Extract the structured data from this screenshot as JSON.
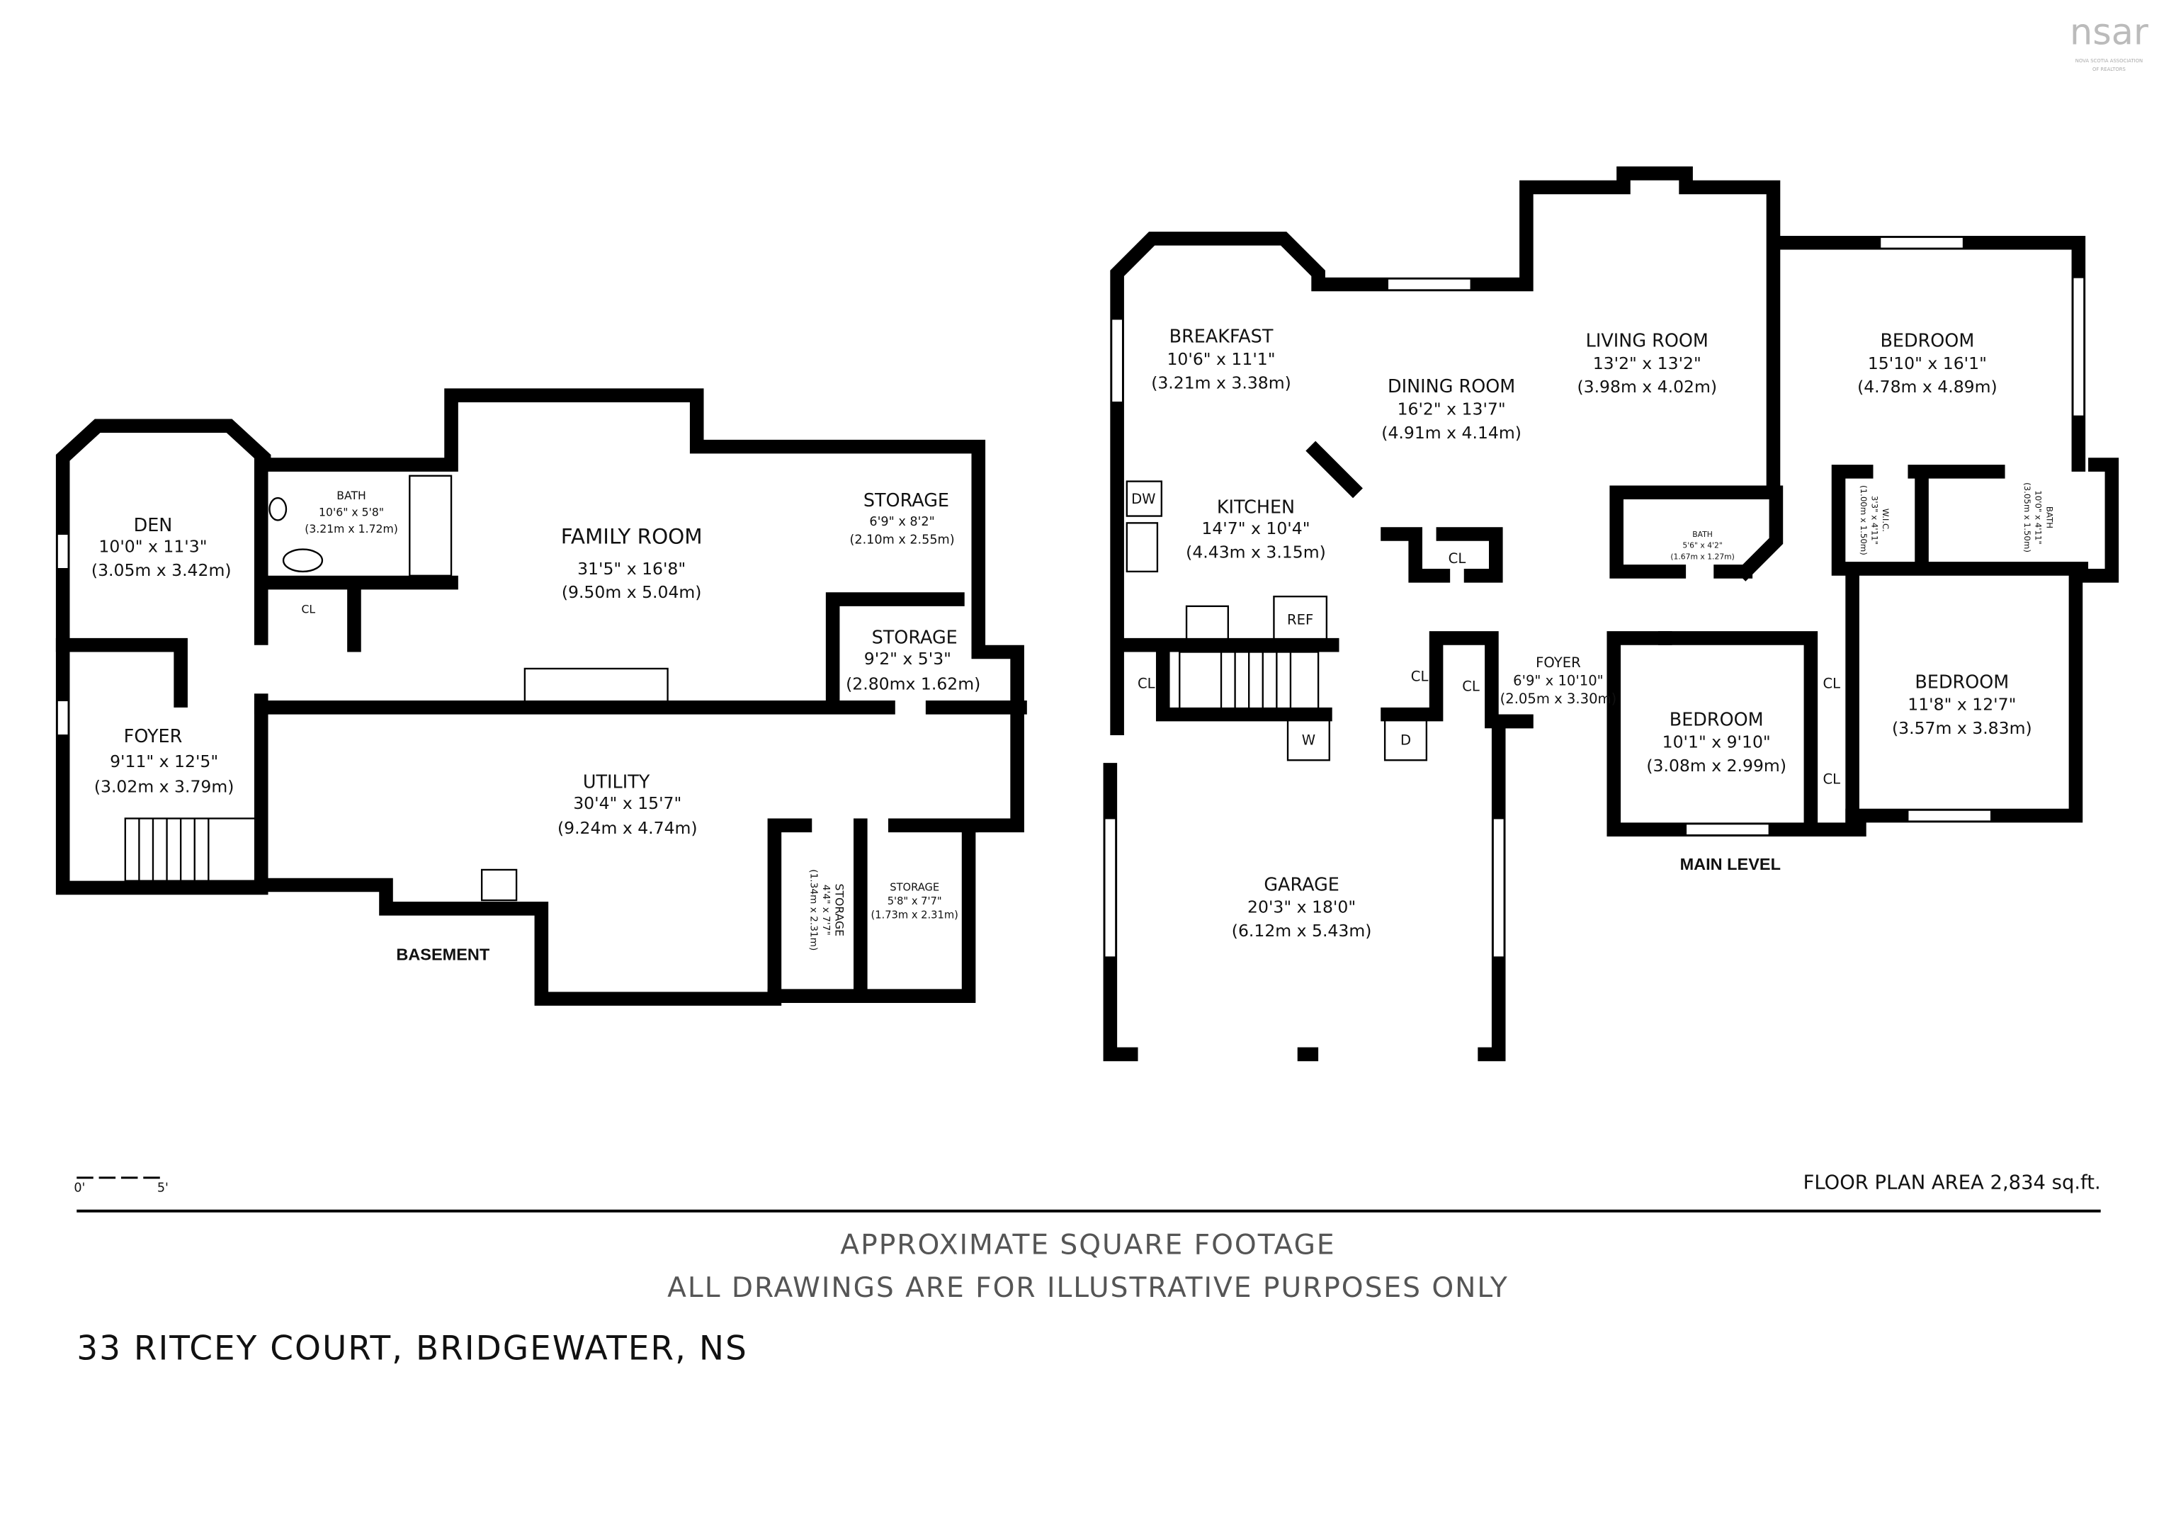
{
  "logo": {
    "text": "nsar",
    "line1": "NOVA SCOTIA ASSOCIATION",
    "line2": "OF REALTORS"
  },
  "basement": {
    "label": "BASEMENT",
    "rooms": [
      {
        "name": "DEN",
        "dim": "10'0\" x 11'3\"",
        "metric": "(3.05m x 3.42m)"
      },
      {
        "name": "BATH",
        "dim": "10'6\" x 5'8\"",
        "metric": "(3.21m x 1.72m)"
      },
      {
        "name": "FAMILY ROOM",
        "dim": "31'5\" x 16'8\"",
        "metric": "(9.50m x 5.04m)"
      },
      {
        "name": "STORAGE",
        "dim": "6'9\" x 8'2\"",
        "metric": "(2.10m x 2.55m)"
      },
      {
        "name": "STORAGE",
        "dim": "9'2\" x 5'3\"",
        "metric": "(2.80mx 1.62m)"
      },
      {
        "name": "FOYER",
        "dim": "9'11\" x 12'5\"",
        "metric": "(3.02m x 3.79m)"
      },
      {
        "name": "UTILITY",
        "dim": "30'4\" x 15'7\"",
        "metric": "(9.24m x 4.74m)"
      },
      {
        "name": "STORAGE",
        "dim": "4'4\" x 7'7\"",
        "metric": "(1.34m x 2.31m)"
      },
      {
        "name": "STORAGE",
        "dim": "5'8\" x 7'7\"",
        "metric": "(1.73m x 2.31m)"
      }
    ],
    "closet": "CL"
  },
  "main": {
    "label": "MAIN LEVEL",
    "rooms": [
      {
        "name": "BREAKFAST",
        "dim": "10'6\" x 11'1\"",
        "metric": "(3.21m x 3.38m)"
      },
      {
        "name": "DINING ROOM",
        "dim": "16'2\" x 13'7\"",
        "metric": "(4.91m x 4.14m)"
      },
      {
        "name": "LIVING ROOM",
        "dim": "13'2\" x 13'2\"",
        "metric": "(3.98m x 4.02m)"
      },
      {
        "name": "BEDROOM",
        "dim": "15'10\" x 16'1\"",
        "metric": "(4.78m x 4.89m)"
      },
      {
        "name": "KITCHEN",
        "dim": "14'7\" x 10'4\"",
        "metric": "(4.43m x 3.15m)"
      },
      {
        "name": "BATH",
        "dim": "5'6\" x 4'2\"",
        "metric": "(1.67m x 1.27m)"
      },
      {
        "name": "W.I.C.",
        "dim": "3'3\" x 4'11\"",
        "metric": "(1.00m x 1.50m)"
      },
      {
        "name": "BATH",
        "dim": "10'0\" x 4'11\"",
        "metric": "(3.05m x 1.50m)"
      },
      {
        "name": "FOYER",
        "dim": "6'9\" x 10'10\"",
        "metric": "(2.05m x 3.30m)"
      },
      {
        "name": "BEDROOM",
        "dim": "10'1\" x 9'10\"",
        "metric": "(3.08m x 2.99m)"
      },
      {
        "name": "BEDROOM",
        "dim": "11'8\" x 12'7\"",
        "metric": "(3.57m x 3.83m)"
      },
      {
        "name": "GARAGE",
        "dim": "20'3\" x 18'0\"",
        "metric": "(6.12m x 5.43m)"
      }
    ],
    "closet": "CL",
    "dw": "DW",
    "ref": "REF",
    "washer": "W",
    "dryer": "D"
  },
  "scale": {
    "start": "0'",
    "end": "5'"
  },
  "floor_area": "FLOOR PLAN AREA 2,834 sq.ft.",
  "disclaimer": [
    "APPROXIMATE SQUARE FOOTAGE",
    "ALL DRAWINGS ARE FOR ILLUSTRATIVE PURPOSES ONLY"
  ],
  "address": "33 RITCEY COURT, BRIDGEWATER, NS"
}
